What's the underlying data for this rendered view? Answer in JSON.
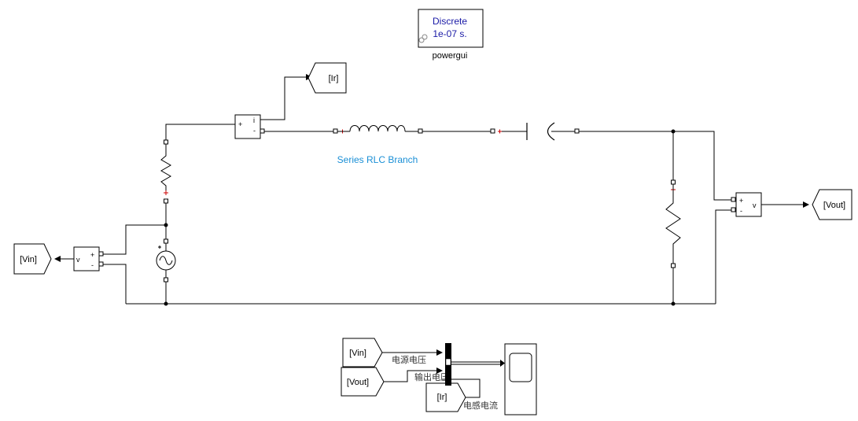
{
  "powergui": {
    "line1": "Discrete",
    "line2": "1e-07 s.",
    "name": "powergui"
  },
  "rlc_branch": {
    "name": "Series RLC Branch"
  },
  "goto_tags": {
    "ir": "[Ir]",
    "vout": "[Vout]",
    "vin": "[Vin]"
  },
  "from_tags": {
    "vin": "[Vin]",
    "vout": "[Vout]",
    "ir": "[Ir]"
  },
  "current_meas": {
    "plus": "+",
    "minus": "-",
    "out": "i"
  },
  "voltage_meas": {
    "plus": "+",
    "minus": "-",
    "out": "v"
  },
  "signal_labels": {
    "vin": "电源电压",
    "vout": "输出电压",
    "ir": "电感电流"
  },
  "colors": {
    "powergui_text": "#1a1aa6",
    "rlc_label": "#1a8fd6",
    "port_marker": "#cc0000"
  }
}
